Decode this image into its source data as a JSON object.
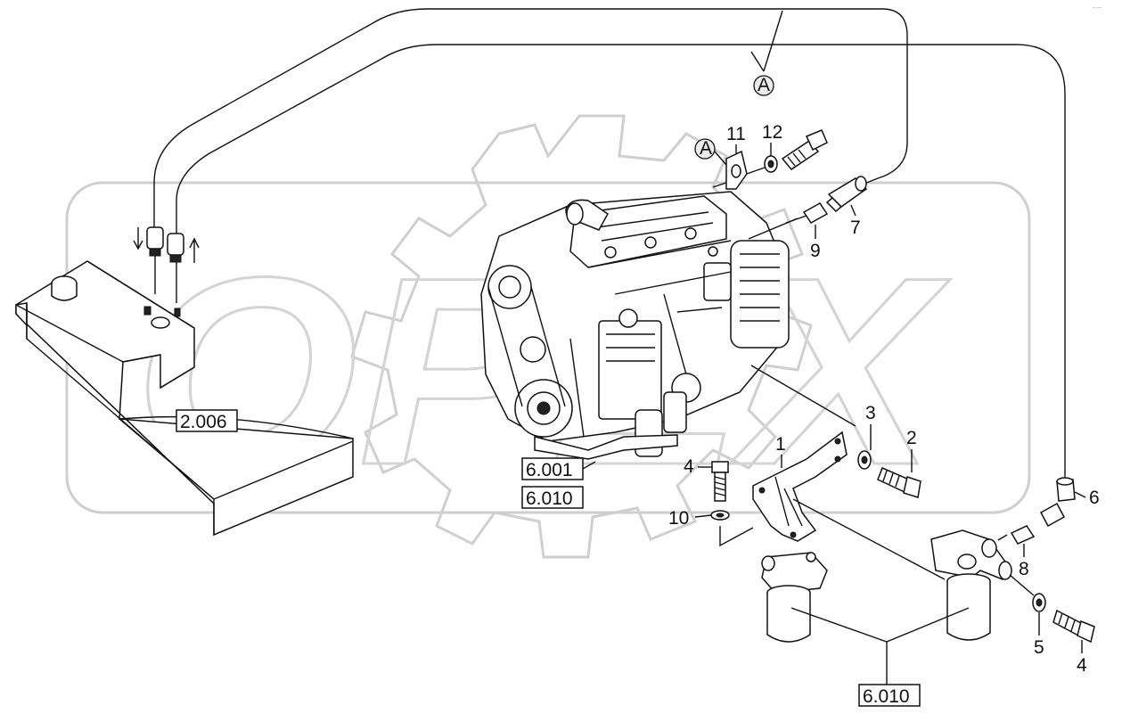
{
  "watermark": {
    "text": "OPEX"
  },
  "corner_mark": "-- ---",
  "callouts": {
    "A_top": "A",
    "A_clip": "A",
    "p1": "1",
    "p2": "2",
    "p3": "3",
    "p4a": "4",
    "p4b": "4",
    "p5": "5",
    "p6": "6",
    "p7": "7",
    "p8": "8",
    "p9": "9",
    "p10": "10",
    "p11": "11",
    "p12": "12"
  },
  "references": {
    "tank": "2.006",
    "engine_a": "6.001",
    "engine_b": "6.010",
    "filters": "6.010"
  }
}
